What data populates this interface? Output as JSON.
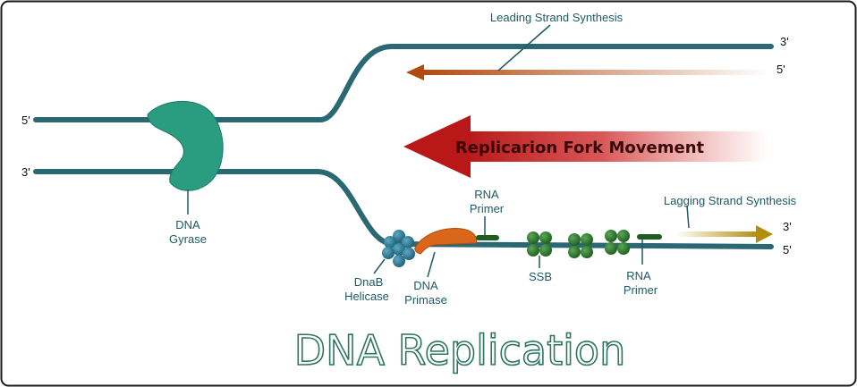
{
  "title": "DNA Replication",
  "labels": {
    "leading": "Leading Strand Synthesis",
    "fork": "Replicarion Fork Movement",
    "lagging": "Lagging Strand Synthesis",
    "gyrase_1": "DNA",
    "gyrase_2": "Gyrase",
    "rna_primer_top_1": "RNA",
    "rna_primer_top_2": "Primer",
    "helicase_1": "DnaB",
    "helicase_2": "Helicase",
    "primase_1": "DNA",
    "primase_2": "Primase",
    "ssb": "SSB",
    "rna_primer_bottom_1": "RNA",
    "rna_primer_bottom_2": "Primer"
  },
  "ends": {
    "left_top": "5'",
    "left_bottom": "3'",
    "right_top_strand": "3'",
    "right_leading": "5'",
    "right_lagging": "3'",
    "right_bottom_strand": "5'"
  },
  "colors": {
    "strand": "#2a6874",
    "gyrase": "#2a9c80",
    "helicase": "#2a7d99",
    "primase": "#d9661a",
    "ssb": "#2f7a2f",
    "primer": "#1f5c1f",
    "leading_arrow": "#b04a10",
    "fork_arrow": "#b81818",
    "lagging_arrow": "#b38d10"
  }
}
